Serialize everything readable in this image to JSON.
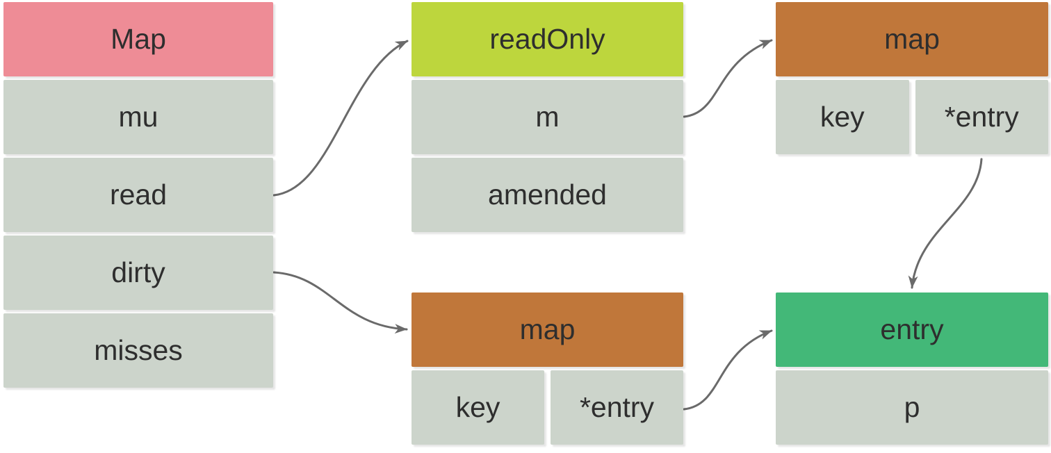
{
  "diagram": {
    "nodes": {
      "map_struct": {
        "title": "Map",
        "header_color": "#ee8c96",
        "fields": [
          "mu",
          "read",
          "dirty",
          "misses"
        ]
      },
      "read_only": {
        "title": "readOnly",
        "header_color": "#bdd63d",
        "fields": [
          "m",
          "amended"
        ]
      },
      "map_top": {
        "title": "map",
        "header_color": "#c0773a",
        "fields": [
          "key",
          "*entry"
        ]
      },
      "map_bottom": {
        "title": "map",
        "header_color": "#c0773a",
        "fields": [
          "key",
          "*entry"
        ]
      },
      "entry_node": {
        "title": "entry",
        "header_color": "#43b878",
        "fields": [
          "p"
        ]
      }
    },
    "edges": [
      {
        "from": "Map.read",
        "to": "readOnly"
      },
      {
        "from": "Map.dirty",
        "to": "map (bottom)"
      },
      {
        "from": "readOnly.m",
        "to": "map (top)"
      },
      {
        "from": "map (top).*entry",
        "to": "entry"
      },
      {
        "from": "map (bottom).*entry",
        "to": "entry"
      }
    ],
    "colors": {
      "field_bg": "#ccd4cb",
      "arrow": "#6a6a6a",
      "text": "#2e2e2e",
      "background": "#ffffff"
    }
  }
}
